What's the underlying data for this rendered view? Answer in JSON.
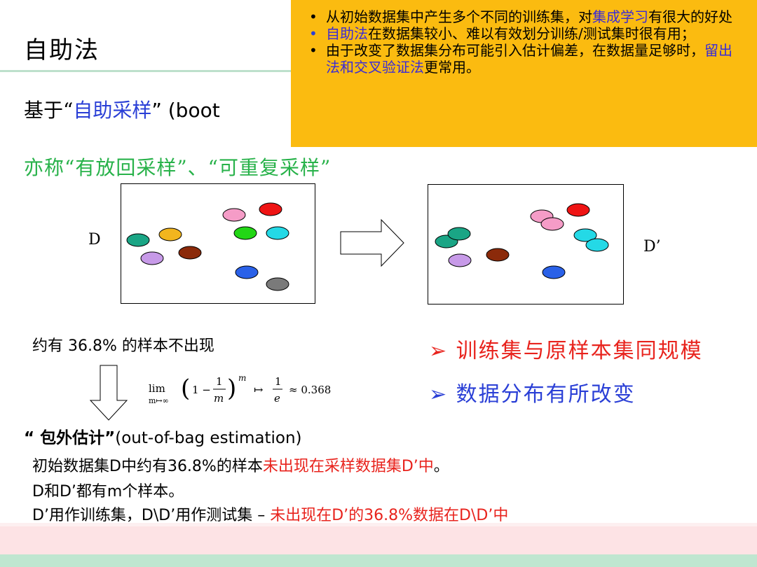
{
  "title": "自助法",
  "line1": {
    "prefix": "基于“",
    "highlight": "自助采样",
    "suffix": "” (boot"
  },
  "line2": "亦称“有放回采样”、“可重复采样”",
  "callout": {
    "item1_a": "从初始数据集中产生多个不同的训练集，对",
    "item1_b": "集成学习",
    "item1_c": "有很大的好处",
    "item2_a": "自助法",
    "item2_b": "在数据集较小、难以有效划分训练/测试集时很有用；",
    "item3_a": "由于改变了数据集分布可能引入估计偏差，在数据量足够时，",
    "item3_b": "留出法和交叉验证法",
    "item3_c": "更常用。"
  },
  "diagram": {
    "label_d": "D",
    "label_dp": "D’",
    "colors": [
      "#1aa585",
      "#f2b51e",
      "#c79ae8",
      "#8b2a0a",
      "#f59cc7",
      "#ef1414",
      "#22d615",
      "#24d9e6",
      "#2a61e8",
      "#7a7a7a"
    ]
  },
  "stat_text": {
    "prefix": "约有 ",
    "value": "36.8%",
    "suffix": " 的样本不出现"
  },
  "formula": {
    "lim": "lim",
    "sub": "m↦∞",
    "body": "1 − 1/m",
    "exp": "m",
    "maps": "↦",
    "frac": "1/e",
    "approx": "≈ 0.368"
  },
  "bullets": [
    "➢ 训练集与原样本集同规模",
    "➢ 数据分布有所改变"
  ],
  "oob": {
    "bold": "“ 包外估计”",
    "rest": "(out-of-bag estimation)"
  },
  "text1": {
    "a": "初始数据集D中约有36.8%的样本",
    "b": "未出现在采样数据集D’中",
    "c": "。"
  },
  "text2": "D和D’都有m个样本。",
  "text3": {
    "a": "D’用作训练集，D\\D’用作测试集 – ",
    "b": "未出现在D’的36.8%数据在D\\D’中"
  }
}
